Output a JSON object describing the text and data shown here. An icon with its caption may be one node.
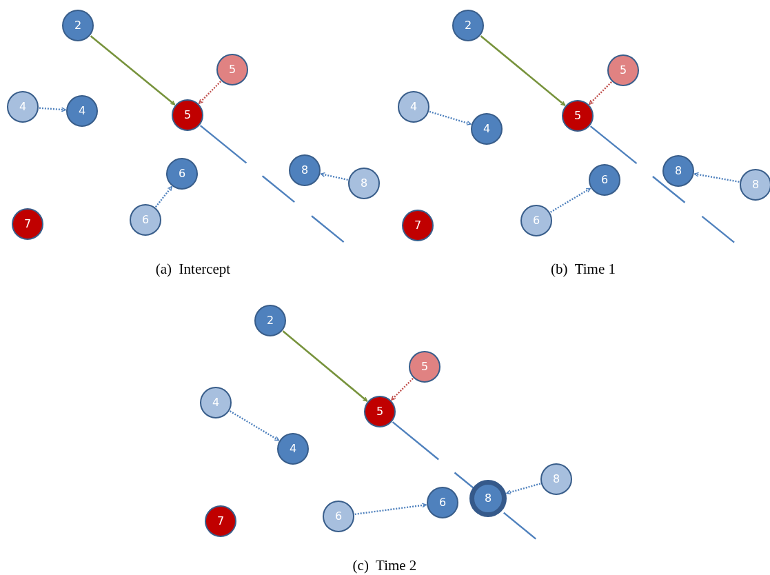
{
  "diagram": {
    "nodes": [
      {
        "text": [
          "2"
        ]
      },
      {
        "text": [
          "5"
        ]
      },
      {
        "text": [
          "4"
        ]
      },
      {
        "text": [
          "4"
        ]
      },
      {
        "text": [
          "5"
        ]
      },
      {
        "text": [
          "6"
        ]
      },
      {
        "text": [
          "8"
        ]
      },
      {
        "text": [
          "8"
        ]
      },
      {
        "text": [
          "7"
        ]
      },
      {
        "text": [
          "6"
        ]
      },
      {
        "text": [
          "2"
        ]
      },
      {
        "text": [
          "5"
        ]
      },
      {
        "text": [
          "4"
        ]
      },
      {
        "text": [
          "4"
        ]
      },
      {
        "text": [
          "5"
        ]
      },
      {
        "text": [
          "6"
        ]
      },
      {
        "text": [
          "8"
        ]
      },
      {
        "text": [
          "8"
        ]
      },
      {
        "text": [
          "7"
        ]
      },
      {
        "text": [
          "6"
        ]
      },
      {
        "text": [
          "2"
        ]
      },
      {
        "text": [
          "5"
        ]
      },
      {
        "text": [
          "4"
        ]
      },
      {
        "text": [
          "4"
        ]
      },
      {
        "text": [
          "5"
        ]
      },
      {
        "text": [
          "6"
        ]
      },
      {
        "text": [
          "8"
        ]
      },
      {
        "text": [
          "8"
        ]
      },
      {
        "text": [
          "7"
        ]
      },
      {
        "text": [
          "6"
        ]
      }
    ],
    "edges": [
      {
        "from": 0,
        "to": 4,
        "arrow": "to",
        "color": "#77933c"
      },
      {
        "from": 1,
        "to": 4,
        "arrow": "to",
        "style": "dashed",
        "color": "#c0504d"
      },
      {
        "from": 2,
        "to": 3,
        "arrow": "to",
        "style": "dashed"
      },
      {
        "from": 9,
        "to": 5,
        "arrow": "to",
        "style": "dashed"
      },
      {
        "from": 7,
        "to": 6,
        "arrow": "to",
        "style": "dashed"
      },
      {
        "from": 4,
        "to": null,
        "arrow": "none",
        "style": "dashed"
      },
      {
        "from": 10,
        "to": 14,
        "arrow": "to",
        "color": "#77933c"
      },
      {
        "from": 11,
        "to": 14,
        "arrow": "to",
        "style": "dashed",
        "color": "#c0504d"
      },
      {
        "from": 12,
        "to": 13,
        "arrow": "to",
        "style": "dashed"
      },
      {
        "from": 19,
        "to": 15,
        "arrow": "to",
        "style": "dashed"
      },
      {
        "from": 17,
        "to": 16,
        "arrow": "to",
        "style": "dashed"
      },
      {
        "from": 14,
        "to": null,
        "arrow": "none",
        "style": "dashed"
      },
      {
        "from": 20,
        "to": 24,
        "arrow": "to",
        "color": "#77933c"
      },
      {
        "from": 21,
        "to": 24,
        "arrow": "to",
        "style": "dashed",
        "color": "#c0504d"
      },
      {
        "from": 22,
        "to": 23,
        "arrow": "to",
        "style": "dashed"
      },
      {
        "from": 29,
        "to": 25,
        "arrow": "to",
        "style": "dashed"
      },
      {
        "from": 27,
        "to": 26,
        "arrow": "to",
        "style": "dashed"
      },
      {
        "from": 24,
        "to": null,
        "arrow": "none",
        "style": "dashed"
      }
    ],
    "labels": [
      "(a)  Intercept",
      "(b)  Time 1",
      "(c)  Time 2"
    ]
  }
}
